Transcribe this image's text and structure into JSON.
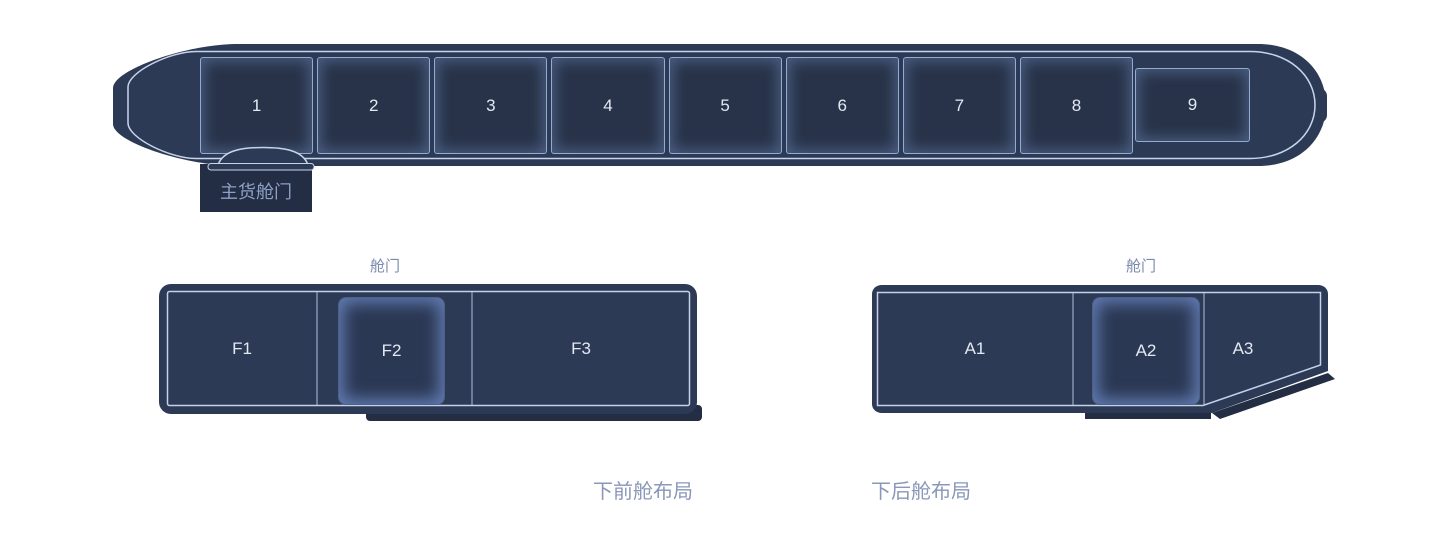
{
  "diagram": {
    "kind": "aircraft-cargo-hold-layout"
  },
  "main_deck": {
    "door_label": "主货舱门",
    "positions": [
      "1",
      "2",
      "3",
      "4",
      "5",
      "6",
      "7",
      "8",
      "9"
    ]
  },
  "forward_hold": {
    "door_label": "舱门",
    "caption": "下前舱布局",
    "compartments": [
      "F1",
      "F2",
      "F3"
    ],
    "door_compartment": "F2"
  },
  "aft_hold": {
    "door_label": "舱门",
    "caption": "下后舱布局",
    "compartments": [
      "A1",
      "A2",
      "A3"
    ],
    "door_compartment": "A2"
  },
  "colors": {
    "background": "#ffffff",
    "fuselage_fill": "#2d3a55",
    "shadow_fill": "#232d44",
    "outline_stroke": "#c7d5ec",
    "frame_stroke": "#aebfdd",
    "compartment_fill": "#283349",
    "compartment_glow": "#7998d1",
    "door_glow": "#82a5eb",
    "cell_text": "#e3e9f3",
    "muted_label_text": "#7b89ad",
    "caption_text": "#8a97b8",
    "main_door_text": "#8da0c6"
  }
}
